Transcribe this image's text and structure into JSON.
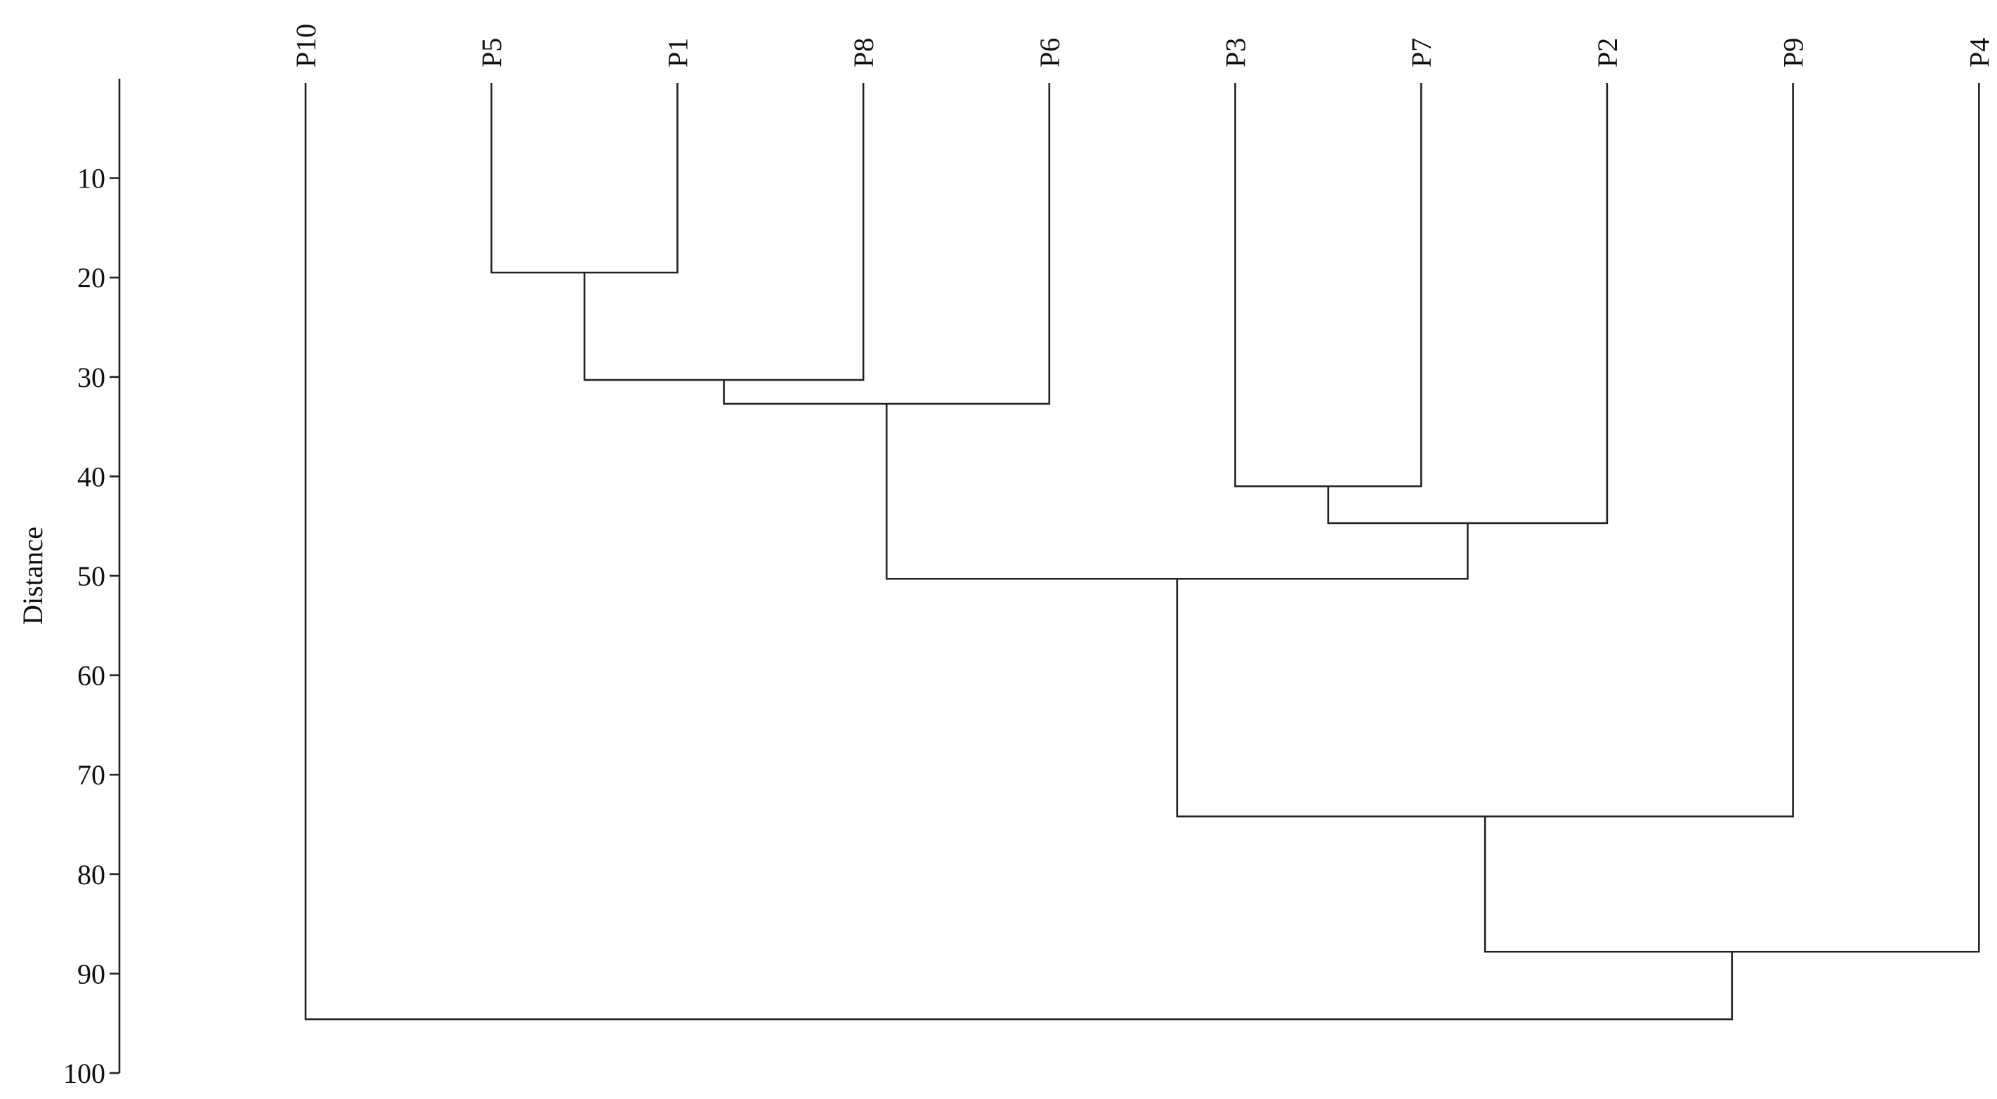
{
  "chart_data": {
    "type": "dendrogram",
    "orientation": "top-down",
    "ylabel": "Distance",
    "ylim": [
      0,
      100
    ],
    "yticks": [
      10,
      20,
      30,
      40,
      50,
      60,
      70,
      80,
      90,
      100
    ],
    "grid": false,
    "leaves": [
      "P10",
      "P5",
      "P1",
      "P8",
      "P6",
      "P3",
      "P7",
      "P2",
      "P9",
      "P4"
    ],
    "merges": [
      {
        "left": "P5",
        "right": "P1",
        "height": 19.5
      },
      {
        "left": "P5+P1",
        "right": "P8",
        "height": 30.3
      },
      {
        "left": "P5+P1+P8",
        "right": "P6",
        "height": 32.7
      },
      {
        "left": "P3",
        "right": "P7",
        "height": 41.0
      },
      {
        "left": "P3+P7",
        "right": "P2",
        "height": 44.7
      },
      {
        "left": "P5+P1+P8+P6",
        "right": "P3+P7+P2",
        "height": 50.3
      },
      {
        "left": "P5+P1+P8+P6+P3+P7+P2",
        "right": "P9",
        "height": 74.2
      },
      {
        "left": "P5+P1+P8+P6+P3+P7+P2+P9",
        "right": "P4",
        "height": 87.8
      },
      {
        "left": "P10",
        "right": "P5+P1+P8+P6+P3+P7+P2+P9+P4",
        "height": 94.6
      }
    ]
  }
}
